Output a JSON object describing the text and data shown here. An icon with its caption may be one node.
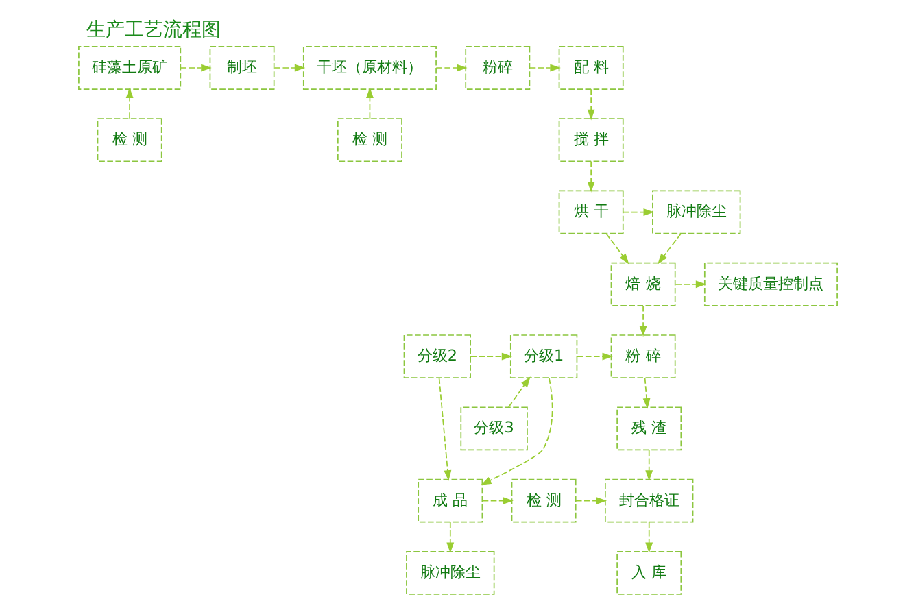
{
  "diagram": {
    "title": "生产工艺流程图",
    "nodes": [
      {
        "text": [
          "硅藻土原矿"
        ]
      },
      {
        "text": [
          "制坯"
        ]
      },
      {
        "text": [
          "干坯（原材料）"
        ]
      },
      {
        "text": [
          "粉碎"
        ]
      },
      {
        "text": [
          "配 料"
        ]
      },
      {
        "text": [
          "检 测"
        ]
      },
      {
        "text": [
          "检 测"
        ]
      },
      {
        "text": [
          "搅 拌"
        ]
      },
      {
        "text": [
          "烘 干"
        ]
      },
      {
        "text": [
          "脉冲除尘"
        ]
      },
      {
        "text": [
          "关键质量控制点"
        ]
      },
      {
        "text": [
          "焙 烧"
        ]
      },
      {
        "text": [
          "分级2"
        ]
      },
      {
        "text": [
          "分级1"
        ]
      },
      {
        "text": [
          "粉 碎"
        ]
      },
      {
        "text": [
          "分级3"
        ]
      },
      {
        "text": [
          "残 渣"
        ]
      },
      {
        "text": [
          "成 品"
        ]
      },
      {
        "text": [
          "检 测"
        ]
      },
      {
        "text": [
          "封合格证"
        ]
      },
      {
        "text": [
          "脉冲除尘"
        ]
      },
      {
        "text": [
          "入 库"
        ]
      }
    ],
    "edges": [
      {
        "from": 0,
        "to": 1,
        "arrow": "to"
      },
      {
        "from": 1,
        "to": 2,
        "arrow": "to"
      },
      {
        "from": 2,
        "to": 3,
        "arrow": "to"
      },
      {
        "from": 3,
        "to": 4,
        "arrow": "to"
      },
      {
        "from": 5,
        "to": 0,
        "arrow": "to"
      },
      {
        "from": 6,
        "to": 2,
        "arrow": "to"
      },
      {
        "from": 4,
        "to": 7,
        "arrow": "to"
      },
      {
        "from": 7,
        "to": 8,
        "arrow": "to"
      },
      {
        "from": 8,
        "to": 9,
        "arrow": "to"
      },
      {
        "from": 8,
        "to": 11,
        "arrow": "to"
      },
      {
        "from": 9,
        "to": 11,
        "arrow": "to"
      },
      {
        "from": 11,
        "to": 10,
        "arrow": "to"
      },
      {
        "from": 11,
        "to": 14,
        "arrow": "to"
      },
      {
        "from": 12,
        "to": 13,
        "arrow": "to"
      },
      {
        "from": 15,
        "to": 13,
        "arrow": "to"
      },
      {
        "from": 13,
        "to": 14,
        "arrow": "to"
      },
      {
        "from": 13,
        "to": 17,
        "arrow": "to"
      },
      {
        "from": 12,
        "to": 17,
        "arrow": "to"
      },
      {
        "from": 14,
        "to": 16,
        "arrow": "to"
      },
      {
        "from": 16,
        "to": 19,
        "arrow": "to"
      },
      {
        "from": 17,
        "to": 18,
        "arrow": "to"
      },
      {
        "from": 17,
        "to": 20,
        "arrow": "to"
      },
      {
        "from": 18,
        "to": 19,
        "arrow": "to"
      },
      {
        "from": 19,
        "to": 21,
        "arrow": "to"
      }
    ]
  }
}
